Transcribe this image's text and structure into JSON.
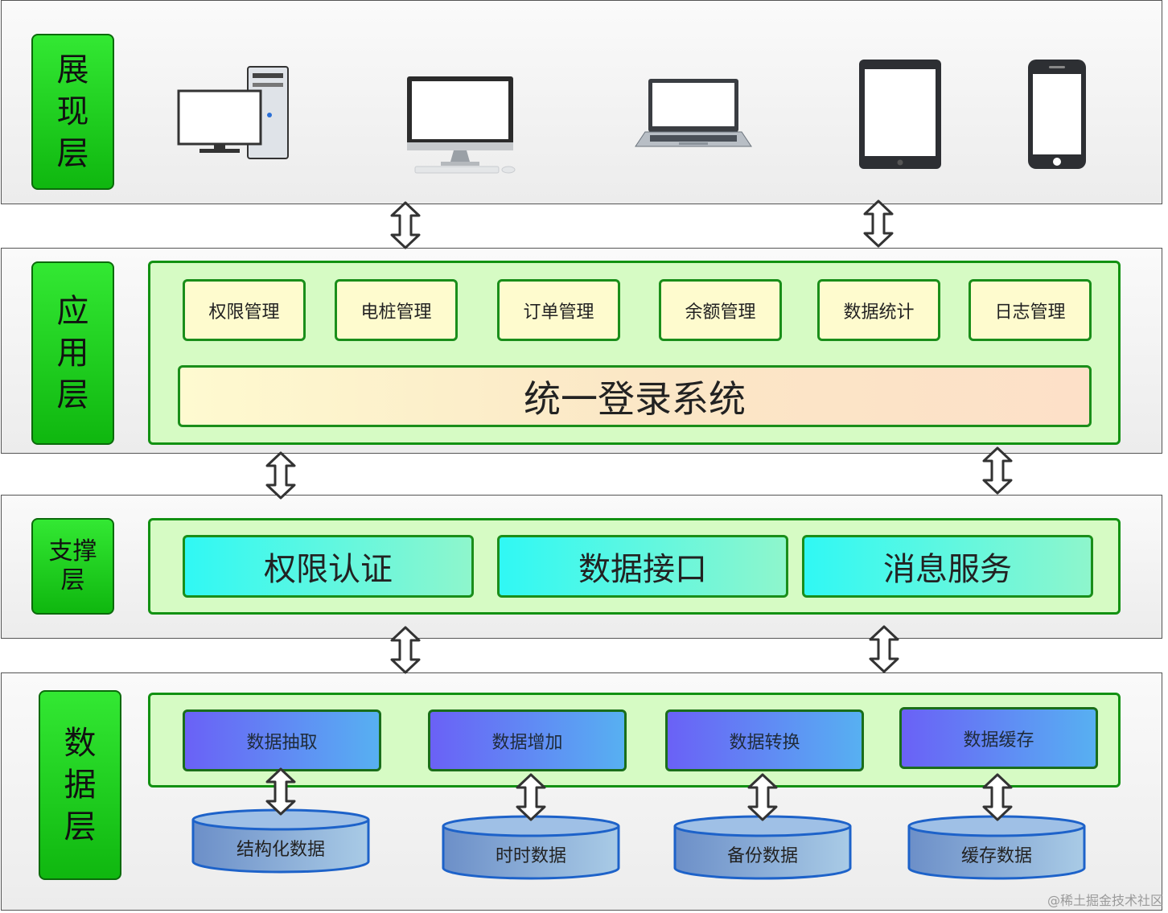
{
  "layers": {
    "presentation": {
      "label": [
        "展",
        "现",
        "层"
      ]
    },
    "application": {
      "label": [
        "应",
        "用",
        "层"
      ],
      "modules": [
        "权限管理",
        "电桩管理",
        "订单管理",
        "余额管理",
        "数据统计",
        "日志管理"
      ],
      "sso": "统一登录系统"
    },
    "support": {
      "label": [
        "支撑",
        "层"
      ],
      "services": [
        "权限认证",
        "数据接口",
        "消息服务"
      ]
    },
    "data": {
      "label": [
        "数",
        "据",
        "层"
      ],
      "processes": [
        "数据抽取",
        "数据增加",
        "数据转换",
        "数据缓存"
      ],
      "stores": [
        "结构化数据",
        "时时数据",
        "备份数据",
        "缓存数据"
      ]
    }
  },
  "devices": [
    "desktop-tower-icon",
    "all-in-one-monitor-icon",
    "laptop-icon",
    "tablet-icon",
    "smartphone-icon"
  ],
  "watermark": "@稀土掘金技术社区",
  "colors": {
    "layer_label_green": "#1ec81e",
    "panel_green": "#d6fbc4",
    "module_yellow": "#fefbce",
    "service_cyan": "#30f8f4",
    "process_blue": "#6a61f6",
    "cylinder_blue": "#7fa6d8"
  }
}
